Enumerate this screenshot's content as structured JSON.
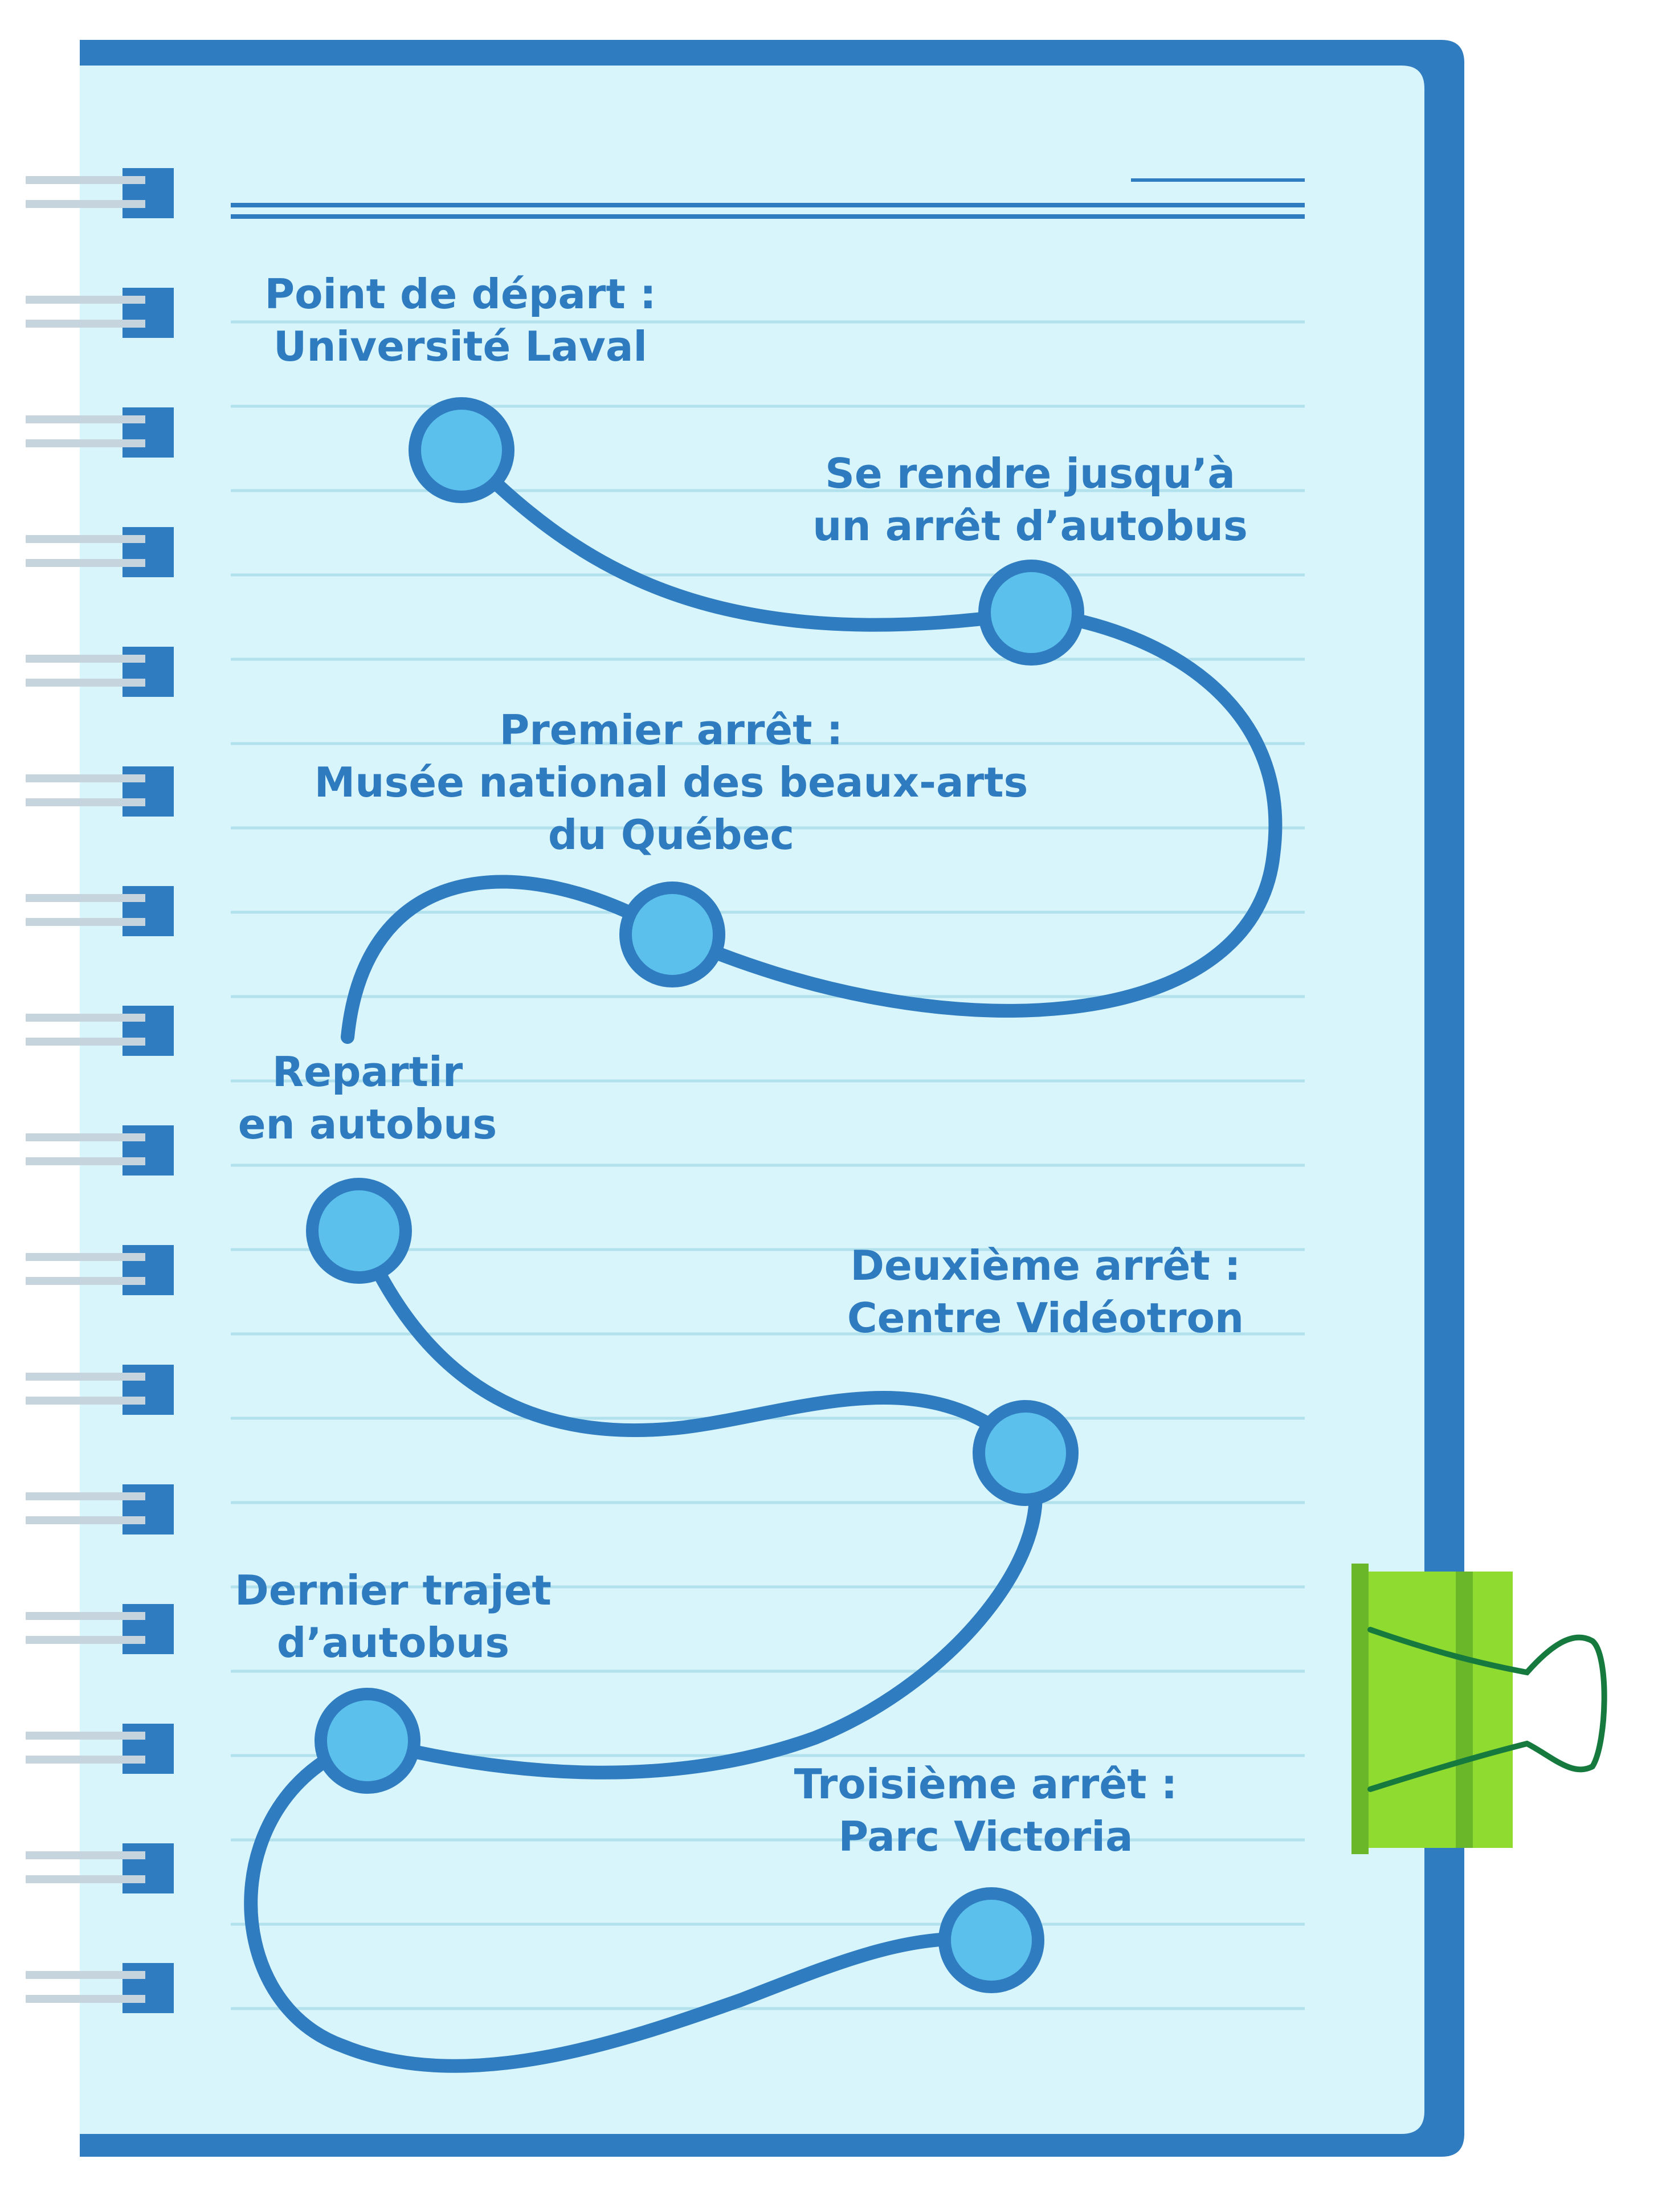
{
  "colors": {
    "cover_blue": "#2f7cc0",
    "page_fill": "#d7f5fb",
    "rule_line": "#b2e1ee",
    "title_rule": "#2f7cc0",
    "path_stroke": "#2f7cc0",
    "node_fill": "#5bc0ec",
    "node_stroke": "#2f7cc0",
    "text": "#2f7bc0",
    "spiral_wire": "#c5d4dd",
    "clip_green": "#8fdb2f",
    "clip_dark_green": "#6bb72a",
    "clip_wire": "#167a3e"
  },
  "stops": [
    {
      "id": "depart",
      "lines": [
        "Point de départ :",
        "Université Laval"
      ]
    },
    {
      "id": "arret-autobus",
      "lines": [
        "Se rendre jusqu’à",
        "un arrêt d’autobus"
      ]
    },
    {
      "id": "premier-arret",
      "lines": [
        "Premier arrêt :",
        "Musée national des beaux-arts",
        "du Québec"
      ]
    },
    {
      "id": "repartir",
      "lines": [
        "Repartir",
        "en autobus"
      ]
    },
    {
      "id": "deuxieme-arret",
      "lines": [
        "Deuxième arrêt :",
        "Centre Vidéotron"
      ]
    },
    {
      "id": "dernier-trajet",
      "lines": [
        "Dernier trajet",
        "d’autobus"
      ]
    },
    {
      "id": "troisieme-arret",
      "lines": [
        "Troisième arrêt :",
        "Parc Victoria"
      ]
    }
  ],
  "decor": {
    "spiral_ring_count": 16,
    "ruled_line_count": 21,
    "clip_icon": "binder-clip-icon"
  }
}
